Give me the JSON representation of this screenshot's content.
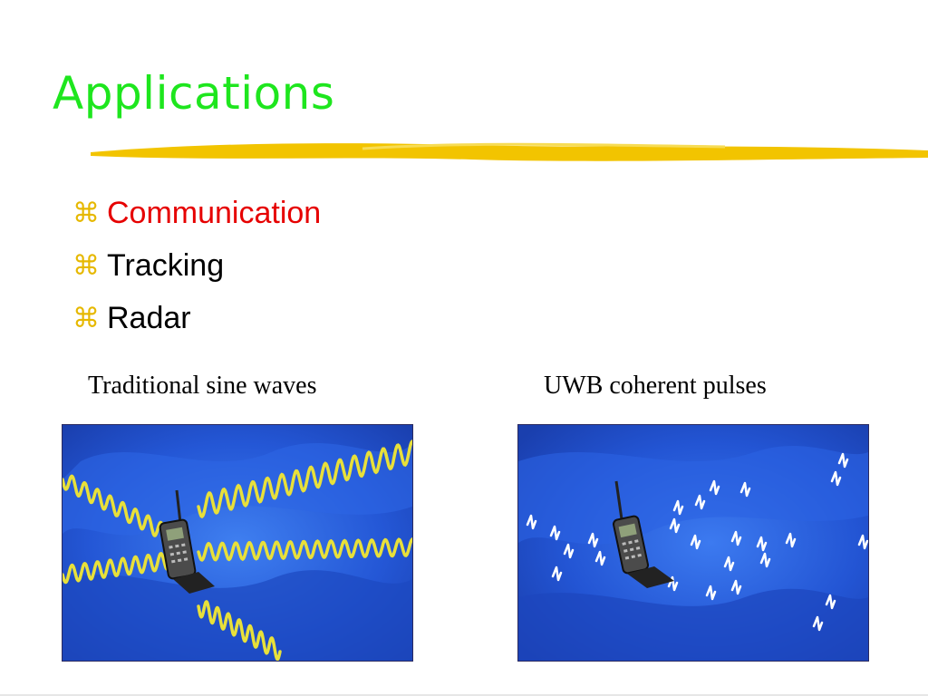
{
  "slide": {
    "title": "Applications",
    "bullet_glyph": "⌘",
    "bullets": [
      {
        "label": "Communication",
        "highlighted": true
      },
      {
        "label": "Tracking",
        "highlighted": false
      },
      {
        "label": "Radar",
        "highlighted": false
      }
    ],
    "figures": {
      "left_caption": "Traditional sine waves",
      "right_caption": "UWB coherent pulses"
    }
  },
  "colors": {
    "title": "#1ee61e",
    "highlight": "#e60000",
    "bullet_glyph": "#e6b800",
    "underline": "#f2c400",
    "panel_bg": "#1f4fd0",
    "wave": "#e8e03a"
  },
  "icons": [
    "command-key-icon",
    "cell-phone-icon",
    "pulse-icon"
  ]
}
